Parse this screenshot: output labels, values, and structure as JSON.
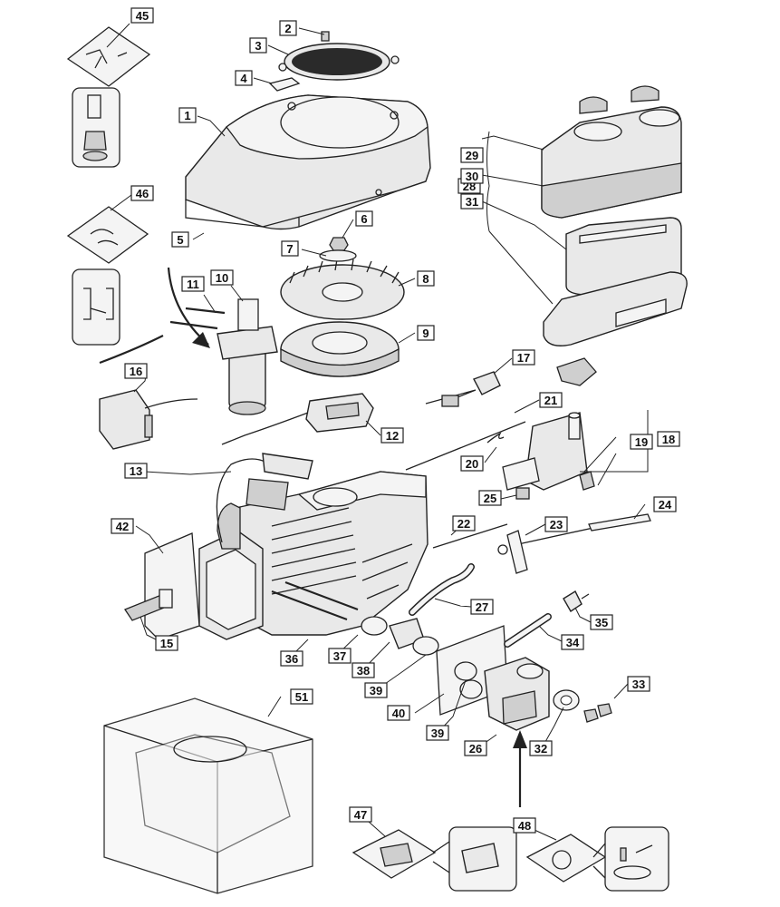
{
  "diagram": {
    "type": "exploded-parts-view",
    "callouts": [
      {
        "id": "c45",
        "label": "45"
      },
      {
        "id": "c2",
        "label": "2"
      },
      {
        "id": "c3",
        "label": "3"
      },
      {
        "id": "c4",
        "label": "4"
      },
      {
        "id": "c1",
        "label": "1"
      },
      {
        "id": "c46",
        "label": "46"
      },
      {
        "id": "c6",
        "label": "6"
      },
      {
        "id": "c5",
        "label": "5"
      },
      {
        "id": "c7",
        "label": "7"
      },
      {
        "id": "c10",
        "label": "10"
      },
      {
        "id": "c11",
        "label": "11"
      },
      {
        "id": "c8",
        "label": "8"
      },
      {
        "id": "c9",
        "label": "9"
      },
      {
        "id": "c16",
        "label": "16"
      },
      {
        "id": "c12",
        "label": "12"
      },
      {
        "id": "c13",
        "label": "13"
      },
      {
        "id": "c29",
        "label": "29"
      },
      {
        "id": "c28",
        "label": "28"
      },
      {
        "id": "c30",
        "label": "30"
      },
      {
        "id": "c31",
        "label": "31"
      },
      {
        "id": "c17",
        "label": "17"
      },
      {
        "id": "c21",
        "label": "21"
      },
      {
        "id": "c18",
        "label": "18"
      },
      {
        "id": "c19",
        "label": "19"
      },
      {
        "id": "c20",
        "label": "20"
      },
      {
        "id": "c25",
        "label": "25"
      },
      {
        "id": "c24",
        "label": "24"
      },
      {
        "id": "c42",
        "label": "42"
      },
      {
        "id": "c22",
        "label": "22"
      },
      {
        "id": "c23",
        "label": "23"
      },
      {
        "id": "c27",
        "label": "27"
      },
      {
        "id": "c35",
        "label": "35"
      },
      {
        "id": "c15",
        "label": "15"
      },
      {
        "id": "c36",
        "label": "36"
      },
      {
        "id": "c37",
        "label": "37"
      },
      {
        "id": "c38",
        "label": "38"
      },
      {
        "id": "c34",
        "label": "34"
      },
      {
        "id": "c39a",
        "label": "39"
      },
      {
        "id": "c33",
        "label": "33"
      },
      {
        "id": "c40",
        "label": "40"
      },
      {
        "id": "c51",
        "label": "51"
      },
      {
        "id": "c39b",
        "label": "39"
      },
      {
        "id": "c26",
        "label": "26"
      },
      {
        "id": "c32",
        "label": "32"
      },
      {
        "id": "c47",
        "label": "47"
      },
      {
        "id": "c48",
        "label": "48"
      }
    ],
    "colors": {
      "ink": "#222222",
      "part_fill": "#e9e9e9",
      "background": "#ffffff"
    }
  }
}
